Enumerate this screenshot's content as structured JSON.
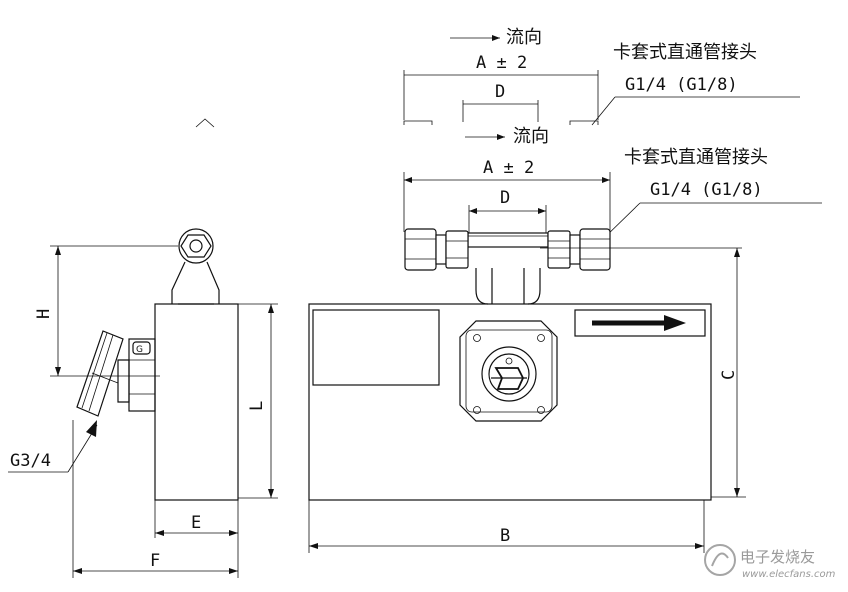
{
  "top_ghost": {
    "flow_label": "流向",
    "dim_a": "A ± 2",
    "dim_d": "D",
    "fitting_name": "卡套式直通管接头",
    "fitting_thread": "G1/4 (G1/8)"
  },
  "front": {
    "flow_label": "流向",
    "dim_a": "A ± 2",
    "dim_d": "D",
    "fitting_name": "卡套式直通管接头",
    "fitting_thread": "G1/4 (G1/8)",
    "dim_b": "B",
    "dim_c": "C"
  },
  "side": {
    "dim_h": "H",
    "dim_l": "L",
    "dim_e": "E",
    "dim_f": "F",
    "thread_label": "G3/4"
  },
  "watermark": {
    "title": "电子发烧友",
    "url": "www.elecfans.com"
  }
}
